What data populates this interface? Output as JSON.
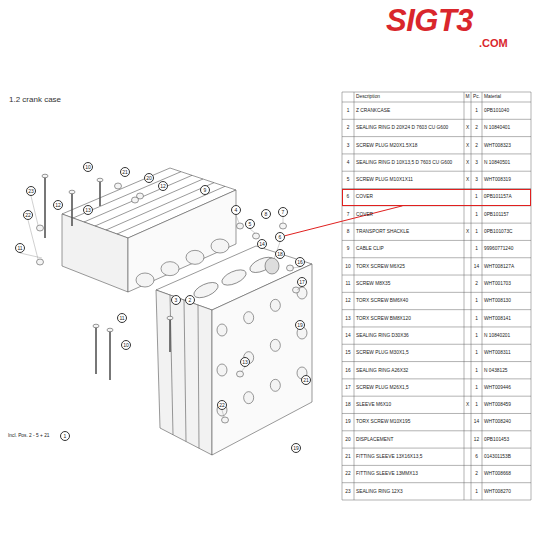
{
  "diagram": {
    "title": "1.2 crank case",
    "nodes": [
      {
        "text": [
          "6",
          "COVER",
          "1",
          "0PB101157A"
        ]
      },
      {
        "text": [
          "6"
        ]
      }
    ],
    "edges": [
      {
        "from": 1,
        "to": 0,
        "arrow": "none"
      }
    ],
    "labels": [
      "SIGT3",
      ".COM",
      "Description",
      "M",
      "Pc.",
      "Material",
      "1",
      "Z CRANKCASE",
      "1",
      "0PB101040",
      "2",
      "SEALING RING D 20X24 D 7603 CU G600",
      "X",
      "2",
      "N 10840401",
      "3",
      "SCREW PLUG M20X1.5X18",
      "X",
      "2",
      "WHT008323",
      "4",
      "SEALING RING D 10X13,5 D 7603 CU G600",
      "X",
      "3",
      "N 10840501",
      "5",
      "SCREW PLUG M10X1X11",
      "X",
      "3",
      "WHT008319",
      "7",
      "COVER",
      "1",
      "0PB101157",
      "8",
      "TRANSPORT SHACKLE",
      "X",
      "1",
      "0PB101073C",
      "9",
      "CABLE CLIP",
      "1",
      "99960771240",
      "10",
      "TORX SCREW M6X25",
      "14",
      "WHT008127A",
      "11",
      "SCREW M8X35",
      "2",
      "WHT001703",
      "12",
      "TORX SCREW BM6X40",
      "1",
      "WHT008130",
      "13",
      "TORX SCREW BM8X120",
      "1",
      "WHT008141",
      "14",
      "SEALING RING D30X36",
      "1",
      "N 10840201",
      "15",
      "SCREW PLUG M30X1,5",
      "1",
      "WHT008311",
      "16",
      "SEALING RING A26X32",
      "1",
      "N 0438125",
      "17",
      "SCREW PLUG M26X1,5",
      "1",
      "WHT009446",
      "18",
      "SLEEVE M6X10",
      "X",
      "1",
      "WHT008459",
      "19",
      "TORX SCREW M10X195",
      "14",
      "WHT008240",
      "20",
      "DISPLACEMENT",
      "12",
      "0PB101453",
      "21",
      "FITTING SLEEVE 13X16X13,5",
      "6",
      "014301153B",
      "22",
      "FITTING SLEEVE 13MMX13",
      "2",
      "WHT008668",
      "23",
      "SEALING RING 12X3",
      "1",
      "WHT008270",
      "10",
      "21",
      "20",
      "12",
      "23",
      "22",
      "12",
      "13",
      "11",
      "9",
      "4",
      "5",
      "8",
      "7",
      "14",
      "18",
      "16",
      "17",
      "3",
      "2",
      "19",
      "21",
      "22",
      "13",
      "11",
      "10",
      "19",
      "Incl. Pos. 2 - 5 + 21",
      "1"
    ]
  }
}
